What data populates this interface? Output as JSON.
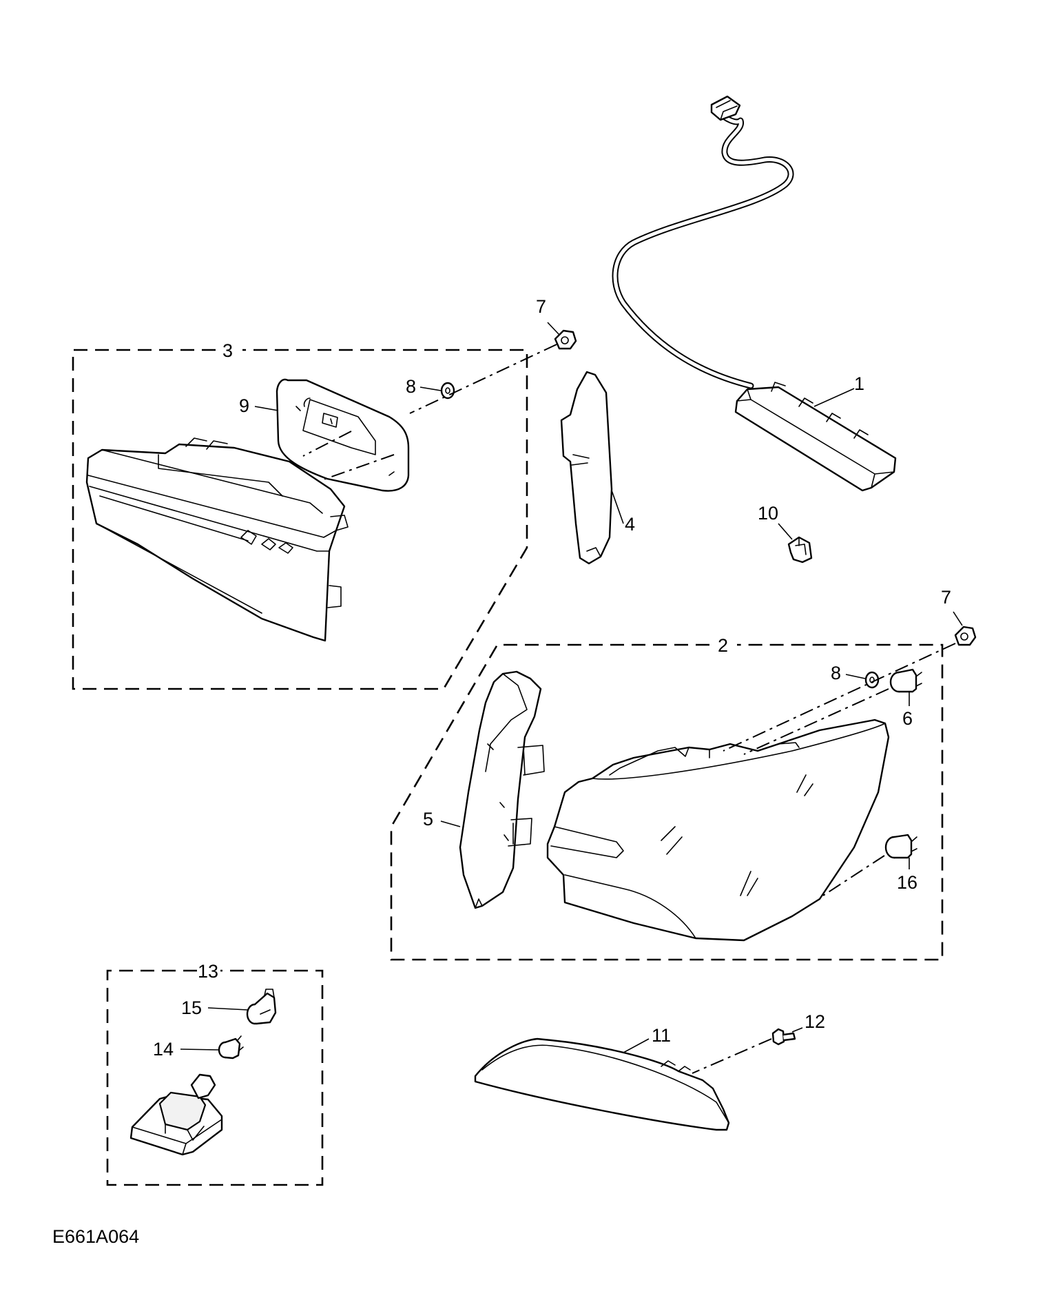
{
  "diagram_code": "E661A064",
  "callouts": [
    "1",
    "2",
    "3",
    "4",
    "5",
    "6",
    "7",
    "7",
    "8",
    "8",
    "9",
    "10",
    "11",
    "12",
    "13",
    "14",
    "15",
    "16"
  ]
}
